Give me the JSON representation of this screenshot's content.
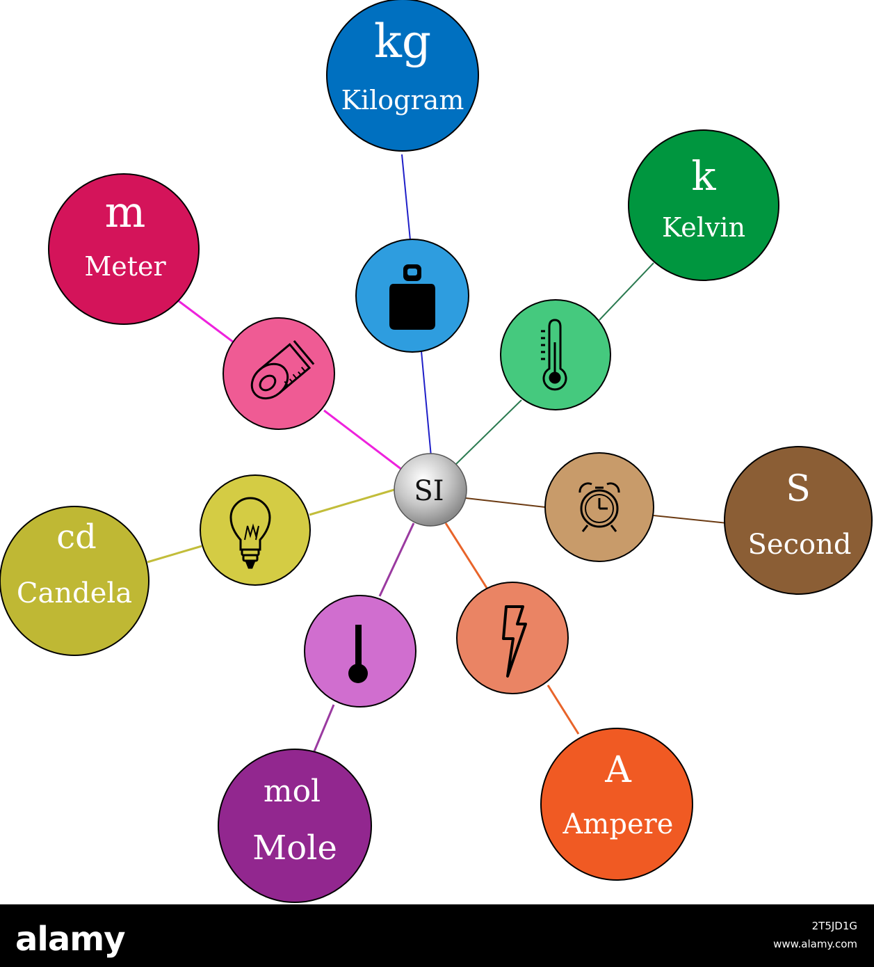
{
  "center": {
    "label": "SI"
  },
  "units": [
    {
      "id": "kilogram",
      "symbol": "kg",
      "name": "Kilogram",
      "color": "#0070c0",
      "icon_bg": "#2e9ddf",
      "line_color": "#1f1fc8",
      "icon": "weight-icon"
    },
    {
      "id": "kelvin",
      "symbol": "k",
      "name": "Kelvin",
      "color": "#00963f",
      "icon_bg": "#45c97e",
      "line_color": "#2a7a50",
      "icon": "thermometer-icon"
    },
    {
      "id": "second",
      "symbol": "S",
      "name": "Second",
      "color": "#8b5e35",
      "icon_bg": "#c89b6a",
      "line_color": "#6b3a12",
      "icon": "alarm-clock-icon"
    },
    {
      "id": "ampere",
      "symbol": "A",
      "name": "Ampere",
      "color": "#f05a23",
      "icon_bg": "#ea8464",
      "line_color": "#e8642a",
      "icon": "lightning-icon"
    },
    {
      "id": "mole",
      "symbol": "mol",
      "name": "Mole",
      "color": "#92278f",
      "icon_bg": "#d06ecf",
      "line_color": "#9a3aa0",
      "icon": "mole-icon"
    },
    {
      "id": "candela",
      "symbol": "cd",
      "name": "Candela",
      "color": "#bfb834",
      "icon_bg": "#d4cc44",
      "line_color": "#c2bd3a",
      "icon": "lightbulb-icon"
    },
    {
      "id": "meter",
      "symbol": "m",
      "name": "Meter",
      "color": "#d4145a",
      "icon_bg": "#ef5b94",
      "line_color": "#ee22dd",
      "icon": "tape-measure-icon"
    }
  ],
  "watermark": {
    "brand": "alamy",
    "image_id": "2T5JD1G",
    "site": "www.alamy.com"
  }
}
